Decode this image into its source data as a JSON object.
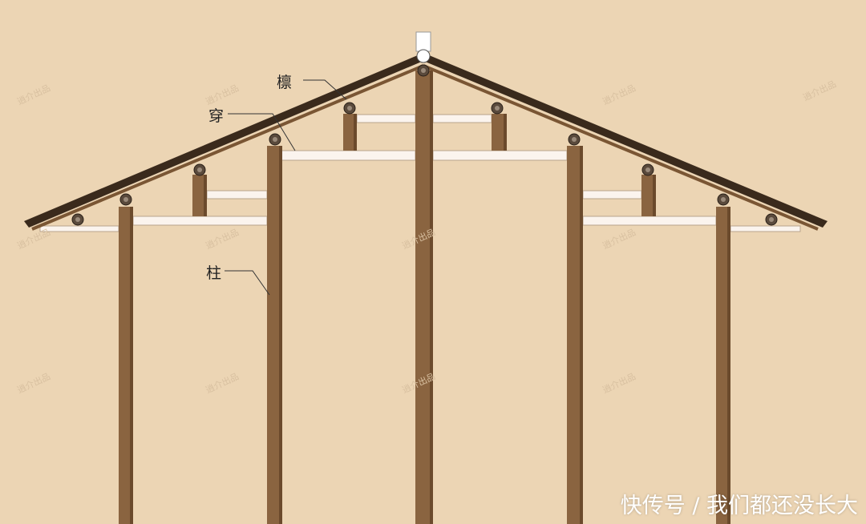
{
  "labels": {
    "purlin": "檩",
    "tie_beam": "穿",
    "column": "柱"
  },
  "watermark": "逍介出品",
  "credit": "快传号 / 我们都还没长大",
  "colors": {
    "background": "#ecd5b4",
    "timber": "#8a6440",
    "beam": "#fbf4ee",
    "roof": "#3a2a1c"
  }
}
